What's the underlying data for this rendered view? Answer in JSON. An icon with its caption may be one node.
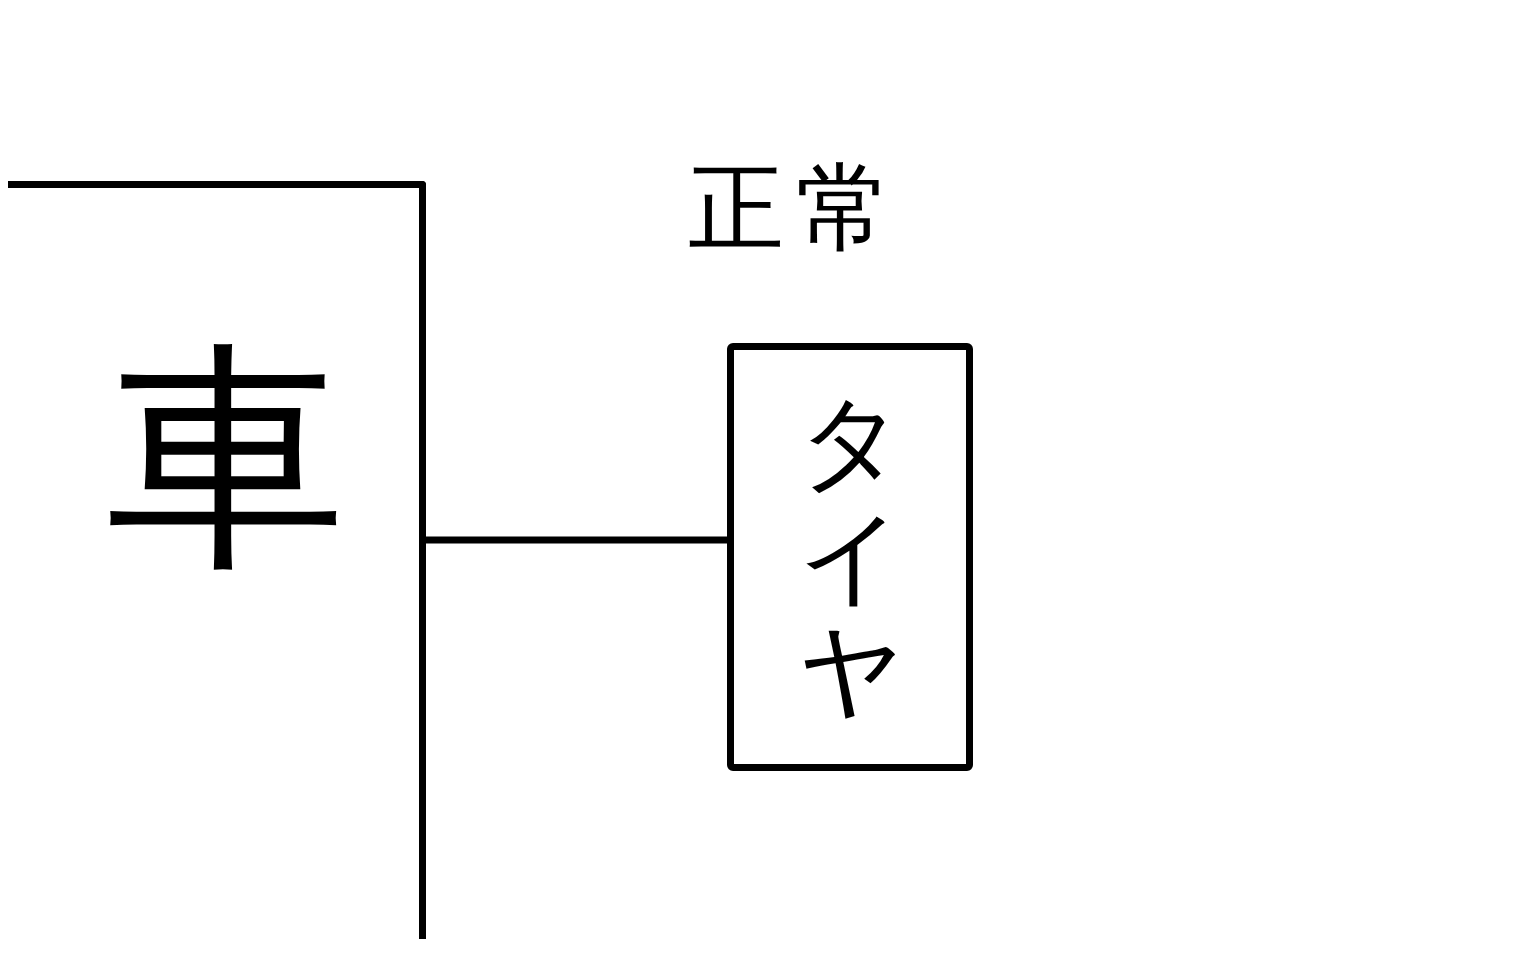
{
  "diagram": {
    "nodes": [
      {
        "text": [
          "車"
        ]
      },
      {
        "text": [
          "タイヤ"
        ],
        "beside": [
          "正常"
        ]
      }
    ],
    "edges": [
      {
        "from": 0,
        "to": 1,
        "arrow": "none"
      }
    ]
  }
}
